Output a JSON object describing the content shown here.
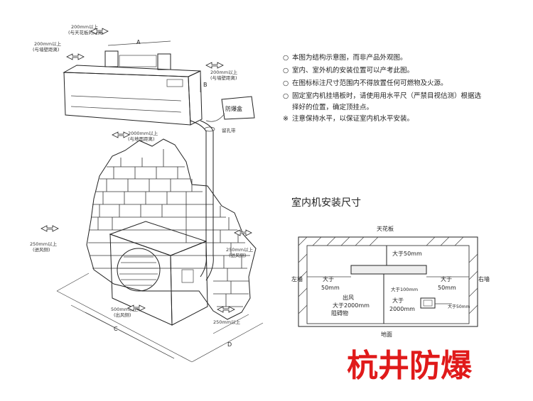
{
  "left": {
    "label_top_ceiling": "200mm以上",
    "label_top_ceiling_sub": "(与天花板的距离)",
    "label_left_wall": "200mm以上",
    "label_left_wall_sub": "(与墙壁距离)",
    "label_right_wall": "200mm以上",
    "label_right_wall_sub": "(与墙壁距离)",
    "label_floor": "2000mm以上",
    "label_floor_sub": "(与地面距离)",
    "dim_a": "A",
    "dim_b": "B",
    "dim_c": "C",
    "dim_d": "D",
    "explosion_box": "防爆盒",
    "wall_hole": "留孔带",
    "outdoor_left": "250mm以上",
    "outdoor_left_sub": "(进风侧)",
    "outdoor_right": "250mm以上",
    "outdoor_right_sub": "(进风侧)",
    "outdoor_front": "500mm以上",
    "outdoor_front_sub": "(出风侧)",
    "outdoor_back": "250mm以上"
  },
  "notes": [
    {
      "marker": "○",
      "text": "本图为结构示意图，而非产品外观图。"
    },
    {
      "marker": "○",
      "text": "室内、室外机的安装位置可以产考此图。"
    },
    {
      "marker": "○",
      "text": "在图标标注尺寸范围内不得放置任何可燃物及火源。"
    },
    {
      "marker": "○",
      "text": "固定室内机挂墙板时，请使用用水平尺（严禁目视估测）根据选"
    },
    {
      "marker": "",
      "text": "择好的位置，确定顶挂点。"
    },
    {
      "marker": "※",
      "text": "注意保持水平，以保证室内机水平安装。"
    }
  ],
  "install": {
    "title": "室内机安装尺寸",
    "ceiling": "天花板",
    "floor": "地面",
    "top_gap": "大于50mm",
    "left_wall": "左墙",
    "right_wall": "右墙",
    "left_gap_1": "大于",
    "left_gap_2": "50mm",
    "right_gap_1": "大于",
    "right_gap_2": "50mm",
    "outlet_1": "出风",
    "outlet_2": "大于2000mm",
    "outlet_3": "阻碍物",
    "mid_gap": "大于100mm",
    "height_1": "大于",
    "height_2": "2000mm",
    "right_small": "大于50mm"
  },
  "brand": "杭井防爆"
}
